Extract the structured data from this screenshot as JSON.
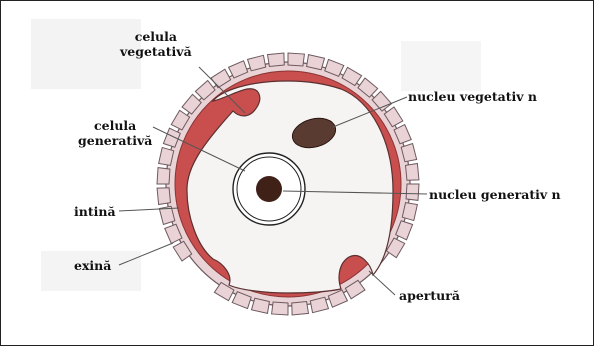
{
  "colors": {
    "background": "#ffffff",
    "page_tint": "#f2f2f2",
    "exine": "#e9d3d6",
    "exine_outline": "#6d5a5f",
    "intine": "#c94f4f",
    "cytoplasm": "#f6f4f3",
    "vegetative_nucleus": "#5a3b32",
    "generative_nucleus": "#3f2118",
    "leader_line": "#555555",
    "text": "#111111"
  },
  "labels": {
    "celula_vegetativa": {
      "line1": "celula",
      "line2": "vegetativă"
    },
    "celula_generativa": {
      "line1": "celula",
      "line2": "generativă"
    },
    "intina": "intină",
    "exina": "exină",
    "nucleu_vegetativ": "nucleu vegetativ n",
    "nucleu_generativ": "nucleu generativ n",
    "apertura": "apertură"
  }
}
